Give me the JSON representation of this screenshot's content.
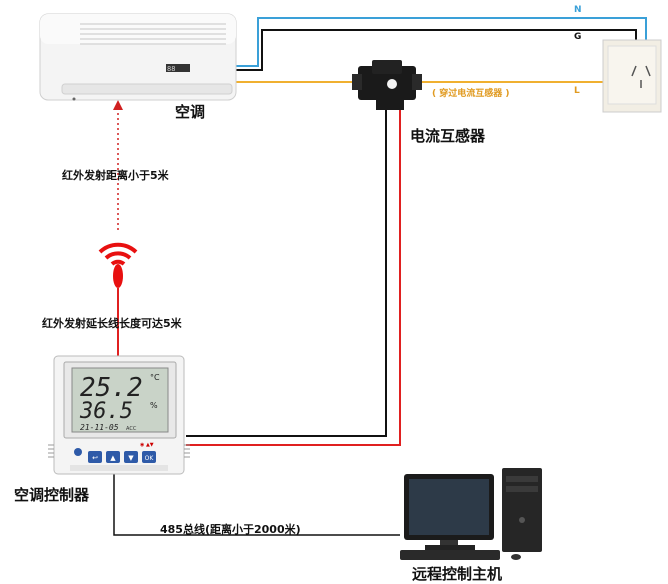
{
  "labels": {
    "ac": "空调",
    "ct": "电流互感器",
    "ct_through": "( 穿过电流互感器 )",
    "ir_distance": "红外发射距离小于5米",
    "ir_ext": "红外发射延长线长度可达5米",
    "controller": "空调控制器",
    "bus": "485总线(距离小于2000米)",
    "host": "远程控制主机",
    "wire_n": "N",
    "wire_g": "G",
    "wire_l": "L"
  },
  "display": {
    "temp": "25.2",
    "temp_unit": "°C",
    "hum": "36.5",
    "hum_unit": "%",
    "date": "21-11-05",
    "small_mark": "ACC",
    "top_mark": "◉ ▲▼"
  },
  "buttons": [
    "↩",
    "▲",
    "▼",
    "OK"
  ],
  "ac_display": "88",
  "colors": {
    "wire_n": "#3aa0d8",
    "wire_g": "#111111",
    "wire_l": "#f0b030",
    "wire_red": "#e02020",
    "ir_signal": "#e81010"
  }
}
